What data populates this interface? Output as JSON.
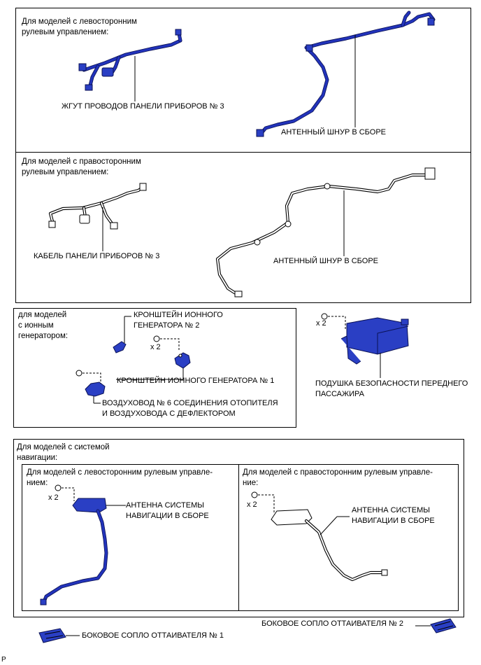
{
  "panel1": {
    "heading": "Для моделей с левосторонним\nрулевым управлением:",
    "label_harness": "ЖГУТ ПРОВОДОВ ПАНЕЛИ ПРИБОРОВ № 3",
    "label_antenna": "АНТЕННЫЙ ШНУР В СБОРЕ"
  },
  "panel2": {
    "heading": "Для моделей с правосторонним\nрулевым управлением:",
    "label_cable": "КАБЕЛЬ ПАНЕЛИ ПРИБОРОВ № 3",
    "label_antenna": "АНТЕННЫЙ ШНУР В СБОРЕ"
  },
  "panel3": {
    "heading": "для моделей\nс ионным\nгенератором:",
    "label_bracket2": "КРОНШТЕЙН ИОННОГО\nГЕНЕРАТОРА № 2",
    "qty_bracket1": "x 2",
    "label_bracket1": "КРОНШТЕЙН ИОННОГО ГЕНЕРАТОРА № 1",
    "label_duct": "ВОЗДУХОВОД № 6 СОЕДИНЕНИЯ ОТОПИТЕЛЯ\nИ ВОЗДУХОВОДА С ДЕФЛЕКТОРОМ"
  },
  "airbag": {
    "qty": "x 2",
    "label": "ПОДУШКА БЕЗОПАСНОСТИ ПЕРЕДНЕГО\nПАССАЖИРА"
  },
  "panel4": {
    "heading": "Для моделей с системой\nнавигации:",
    "left": {
      "heading": "Для моделей с левосторонним рулевым управле-\nнием:",
      "qty": "x 2",
      "label": "АНТЕННА СИСТЕМЫ\nНАВИГАЦИИ В СБОРЕ"
    },
    "right": {
      "heading": "Для моделей с правосторонним рулевым управле-\nние:",
      "qty": "x 2",
      "label": "АНТЕННА СИСТЕМЫ\nНАВИГАЦИИ В СБОРЕ"
    }
  },
  "bottom": {
    "label_nozzle1": "БОКОВОЕ СОПЛО ОТТАИВАТЕЛЯ № 1",
    "label_nozzle2": "БОКОВОЕ СОПЛО ОТТАИВАТЕЛЯ № 2"
  },
  "footer": {
    "code": "P"
  },
  "colors": {
    "part_blue": "#2233bb",
    "part_dark": "#101a66",
    "outline": "#000000"
  }
}
